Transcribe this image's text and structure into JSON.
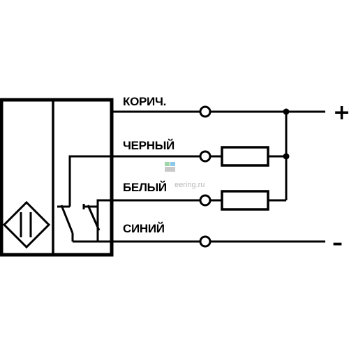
{
  "wires": [
    {
      "label": "КОРИЧ."
    },
    {
      "label": "ЧЕРНЫЙ"
    },
    {
      "label": "БЕЛЫЙ"
    },
    {
      "label": "СИНИЙ"
    }
  ],
  "terminals": {
    "positive": "+",
    "negative": "–"
  },
  "watermark": {
    "text": "eering.ru",
    "colors": [
      "#9fd5a8",
      "#8cc8e8",
      "#c9c9c9"
    ]
  },
  "colors": {
    "line": "#000000",
    "background": "#ffffff"
  }
}
